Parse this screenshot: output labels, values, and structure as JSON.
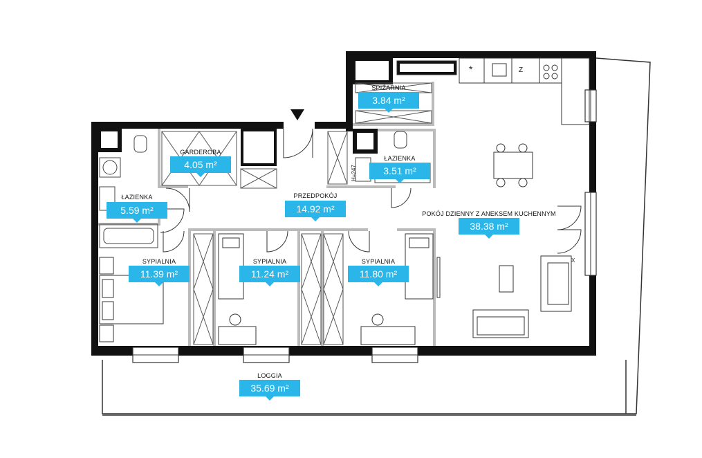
{
  "rooms": [
    {
      "key": "spizarnia",
      "name": "SPIŻARNIA",
      "area": "3.84 m²"
    },
    {
      "key": "garderoba",
      "name": "GARDEROBA",
      "area": "4.05 m²"
    },
    {
      "key": "lazienka_small",
      "name": "ŁAZIENKA",
      "area": "3.51 m²"
    },
    {
      "key": "lazienka_main",
      "name": "ŁAZIENKA",
      "area": "5.59 m²"
    },
    {
      "key": "przedpokoj",
      "name": "PRZEDPOKÓJ",
      "area": "14.92 m²"
    },
    {
      "key": "pokoj_dzienny",
      "name": "POKÓJ DZIENNY Z ANEKSEM KUCHENNYM",
      "area": "38.38 m²"
    },
    {
      "key": "sypialnia_1",
      "name": "SYPIALNIA",
      "area": "11.39 m²"
    },
    {
      "key": "sypialnia_2",
      "name": "SYPIALNIA",
      "area": "11.24 m²"
    },
    {
      "key": "sypialnia_3",
      "name": "SYPIALNIA",
      "area": "11.80 m²"
    },
    {
      "key": "loggia",
      "name": "LOGGIA",
      "area": "35.69 m²"
    }
  ],
  "annotations": {
    "height_note": "H=247",
    "exit_mark": "X",
    "fridge_symbol": "*",
    "sink_symbol": "Z"
  },
  "colors": {
    "wall": "#111111",
    "partition": "#bbbbbb",
    "label_bg": "#2ab6e8",
    "line": "#333333"
  }
}
